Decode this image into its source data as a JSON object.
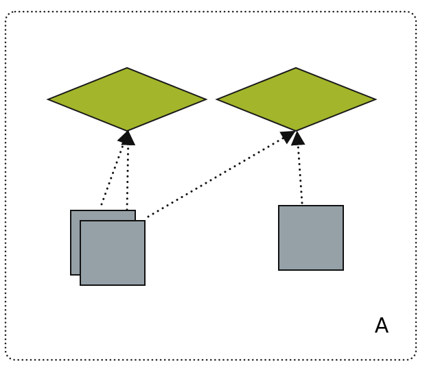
{
  "diagram": {
    "region_label": "A",
    "colors": {
      "diamond_fill": "#a3b52a",
      "diamond_stroke": "#1a1a1a",
      "square_fill": "#95a1a7",
      "square_stroke": "#111111",
      "connector": "#111111",
      "border": "#222222"
    },
    "nodes": [
      {
        "id": "diamond-left",
        "shape": "diamond"
      },
      {
        "id": "diamond-right",
        "shape": "diamond"
      },
      {
        "id": "square-stack-back",
        "shape": "square"
      },
      {
        "id": "square-stack-front",
        "shape": "square"
      },
      {
        "id": "square-right",
        "shape": "square"
      }
    ],
    "edges": [
      {
        "from": "square-stack-back",
        "to": "diamond-left",
        "style": "dotted-arrow"
      },
      {
        "from": "square-stack-front",
        "to": "diamond-left",
        "style": "dotted-arrow"
      },
      {
        "from": "square-stack-front",
        "to": "diamond-right",
        "style": "dotted-arrow"
      },
      {
        "from": "square-right",
        "to": "diamond-right",
        "style": "dotted-arrow"
      }
    ]
  }
}
